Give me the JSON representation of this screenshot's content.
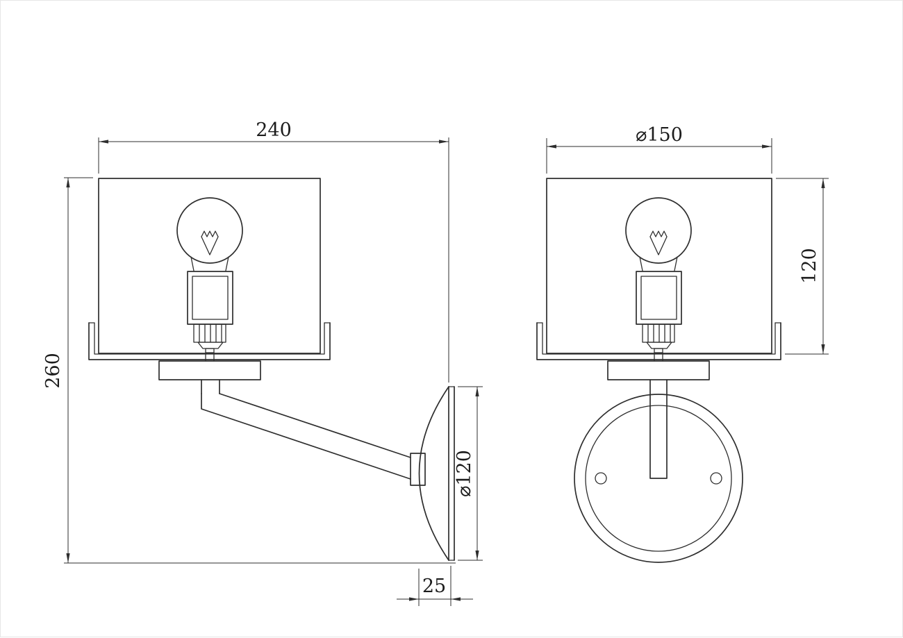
{
  "page": {
    "background": "#ffffff",
    "line_color": "#2e2e2e"
  },
  "dims": {
    "side_overall_width": "240",
    "side_overall_height": "260",
    "backplate_diameter": "⌀120",
    "backplate_depth": "25",
    "front_shade_diameter": "⌀150",
    "front_shade_height": "120"
  }
}
